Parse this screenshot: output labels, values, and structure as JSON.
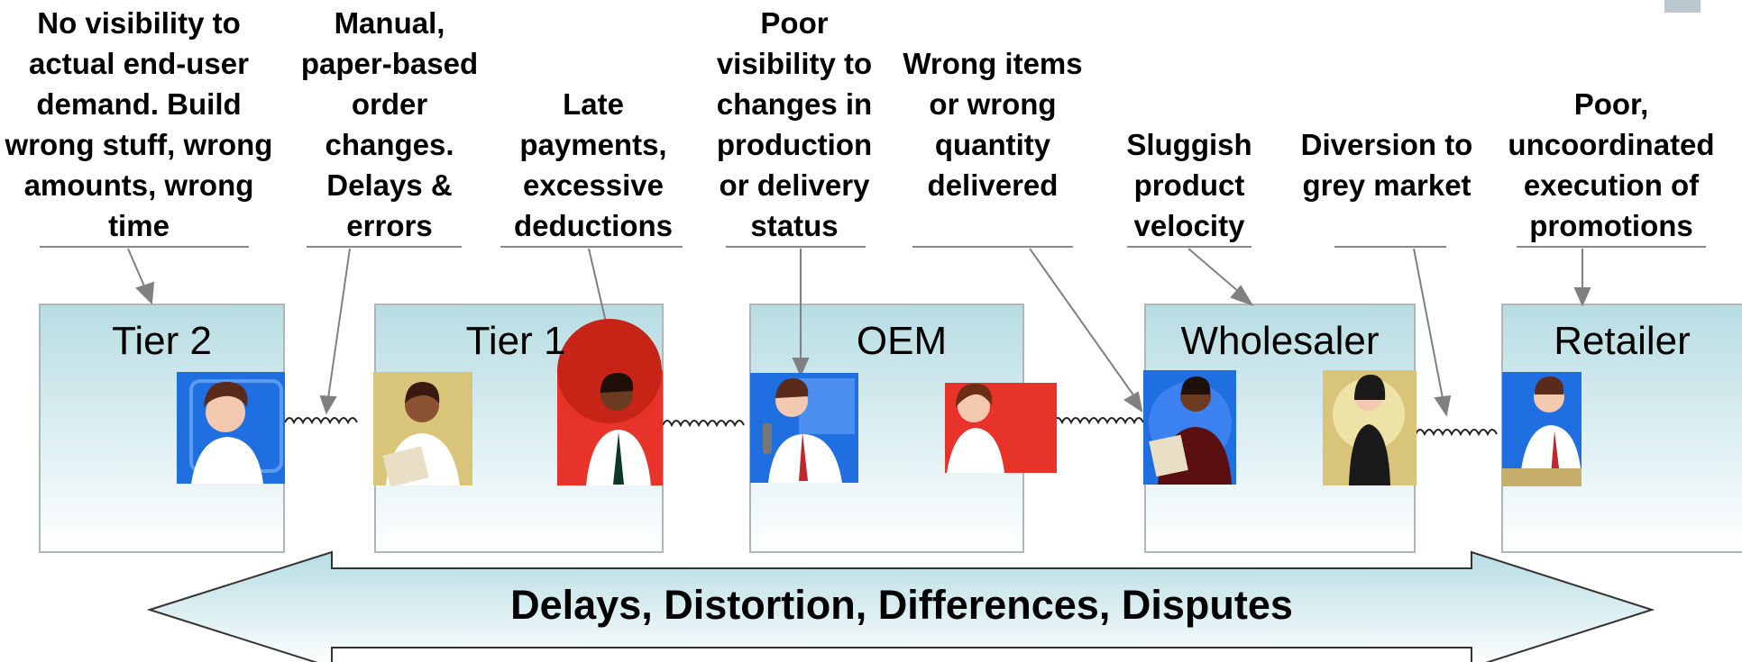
{
  "problems": [
    "No visibility to actual end-user demand.  Build wrong stuff, wrong amounts, wrong time",
    "Manual, paper-based order changes. Delays & errors",
    "Late payments, excessive deductions",
    "Poor visibility to changes in production or delivery status",
    "Wrong items or wrong quantity delivered",
    "Sluggish product velocity",
    "Diversion to grey market",
    "Poor, uncoordinated execution of promotions"
  ],
  "tiers": [
    "Tier 2",
    "Tier 1",
    "OEM",
    "Wholesaler",
    "Retailer"
  ],
  "banner": "Delays, Distortion, Differences, Disputes",
  "colors": {
    "box_top": "#b7dde3",
    "arrow_fill": "#c8e6ea",
    "photo_blue": "#1f6fe0",
    "photo_gold": "#d9c57a",
    "photo_red": "#e8332a"
  },
  "icons": [
    "phone-person-icon",
    "phone-cord-icon",
    "callout-arrow-icon",
    "double-arrow-icon"
  ]
}
